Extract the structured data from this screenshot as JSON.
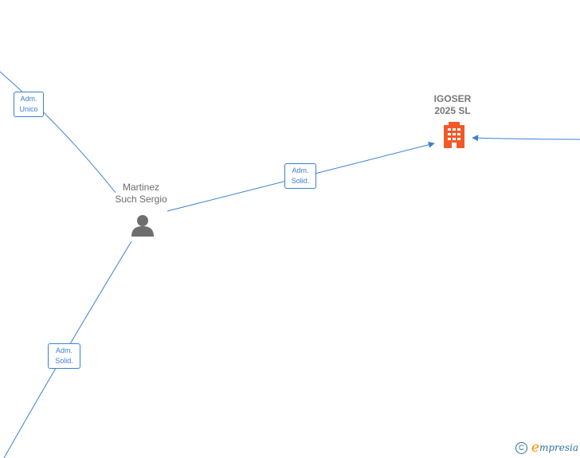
{
  "nodes": {
    "company": {
      "line1": "IGOSER",
      "line2": "2025  SL",
      "icon": "building-icon",
      "color": "#f05a28"
    },
    "person": {
      "line1": "Martinez",
      "line2": "Such Sergio",
      "icon": "person-icon",
      "color": "#6e6e6e"
    }
  },
  "edges": [
    {
      "line1": "Adm.",
      "line2": "Unico"
    },
    {
      "line1": "Adm.",
      "line2": "Solid."
    },
    {
      "line1": "Adm.",
      "line2": "Solid."
    }
  ],
  "footer": {
    "copyright": "C",
    "brand_initial": "e",
    "brand_rest": "mpresia"
  },
  "colors": {
    "edge": "#3b7fd4",
    "accent": "#f39200"
  }
}
